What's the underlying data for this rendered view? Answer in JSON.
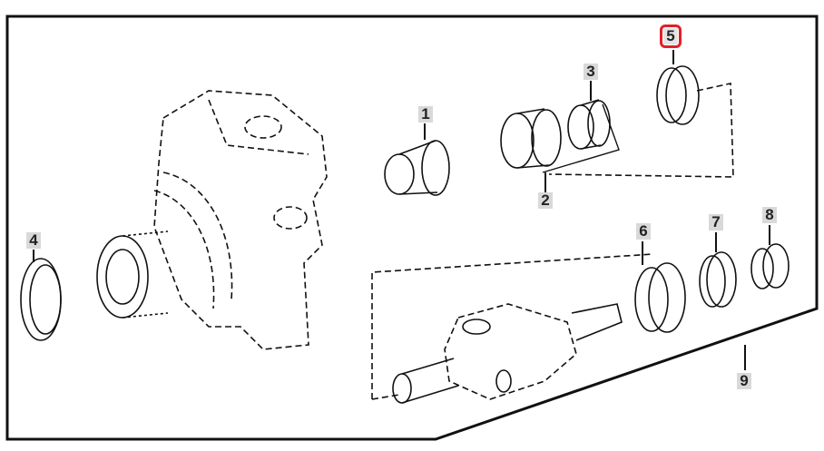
{
  "callouts": [
    {
      "id": "1",
      "label": "1"
    },
    {
      "id": "2",
      "label": "2"
    },
    {
      "id": "3",
      "label": "3"
    },
    {
      "id": "4",
      "label": "4"
    },
    {
      "id": "5",
      "label": "5",
      "selected": true
    },
    {
      "id": "6",
      "label": "6"
    },
    {
      "id": "7",
      "label": "7"
    },
    {
      "id": "8",
      "label": "8"
    },
    {
      "id": "9",
      "label": "9"
    }
  ],
  "colors": {
    "highlight": "#e0202a",
    "callout_bg": "#d9d9d9",
    "line": "#111111"
  }
}
